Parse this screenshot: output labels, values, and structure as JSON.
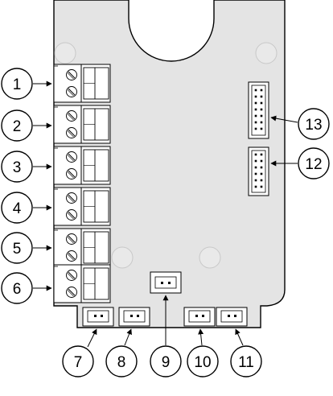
{
  "callouts": [
    {
      "label": "1"
    },
    {
      "label": "2"
    },
    {
      "label": "3"
    },
    {
      "label": "4"
    },
    {
      "label": "5"
    },
    {
      "label": "6"
    },
    {
      "label": "7"
    },
    {
      "label": "8"
    },
    {
      "label": "9"
    },
    {
      "label": "10"
    },
    {
      "label": "11"
    },
    {
      "label": "12"
    },
    {
      "label": "13"
    }
  ],
  "colors": {
    "board_fill": "#e4e4e4",
    "outline": "#000000",
    "terminal_fill": "#ffffff",
    "background": "#ffffff"
  },
  "components": {
    "terminal_blocks": 6,
    "pin_headers": 2,
    "bottom_connectors": 4,
    "center_connector": 1,
    "mounting_holes": 4
  }
}
